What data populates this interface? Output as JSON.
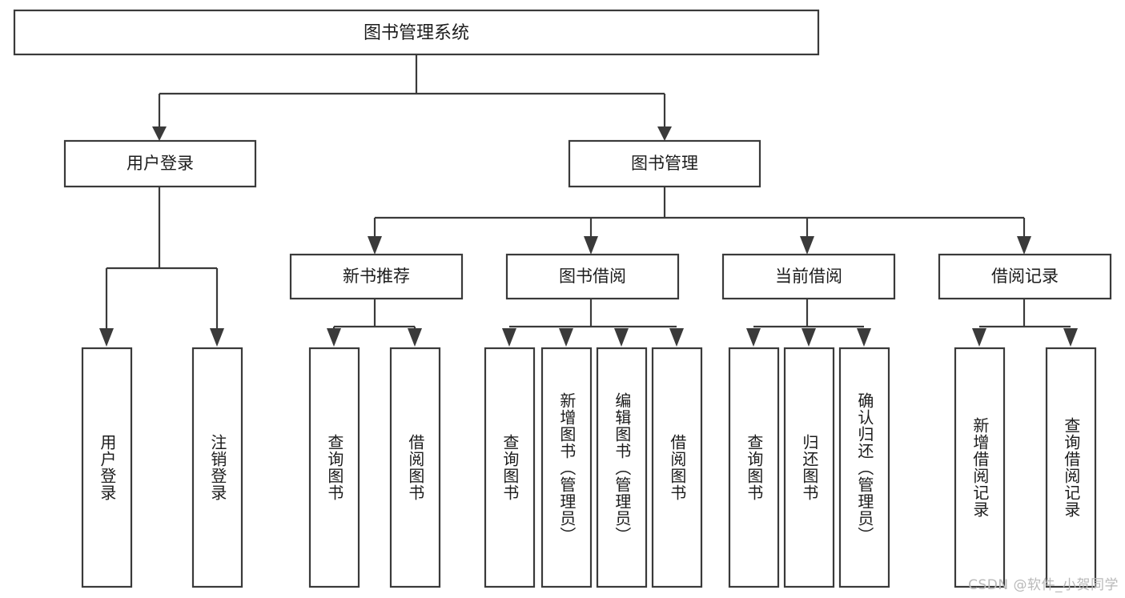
{
  "diagram": {
    "title": "图书管理系统",
    "type": "tree",
    "orientation": "top-down",
    "colors": {
      "stroke": "#3a3a3a",
      "box_fill": "#ffffff",
      "text": "#1c1c1c",
      "background": "#ffffff",
      "watermark": "#b9b9b9"
    },
    "root": {
      "label": "图书管理系统"
    },
    "level2": [
      {
        "label": "用户登录"
      },
      {
        "label": "图书管理"
      }
    ],
    "level3": [
      {
        "label": "新书推荐"
      },
      {
        "label": "图书借阅"
      },
      {
        "label": "当前借阅"
      },
      {
        "label": "借阅记录"
      }
    ],
    "leaves": {
      "user_login": [
        {
          "label": "用户登录"
        },
        {
          "label": "注销登录"
        }
      ],
      "new_book_recommend": [
        {
          "label": "查询图书"
        },
        {
          "label": "借阅图书"
        }
      ],
      "book_borrow": [
        {
          "label": "查询图书"
        },
        {
          "label": "新增图书（管理员）"
        },
        {
          "label": "编辑图书（管理员）"
        },
        {
          "label": "借阅图书"
        }
      ],
      "current_borrow": [
        {
          "label": "查询图书"
        },
        {
          "label": "归还图书"
        },
        {
          "label": "确认归还（管理员）"
        }
      ],
      "borrow_record": [
        {
          "label": "新增借阅记录"
        },
        {
          "label": "查询借阅记录"
        }
      ]
    },
    "watermark": "CSDN @软件_小贺同学"
  }
}
